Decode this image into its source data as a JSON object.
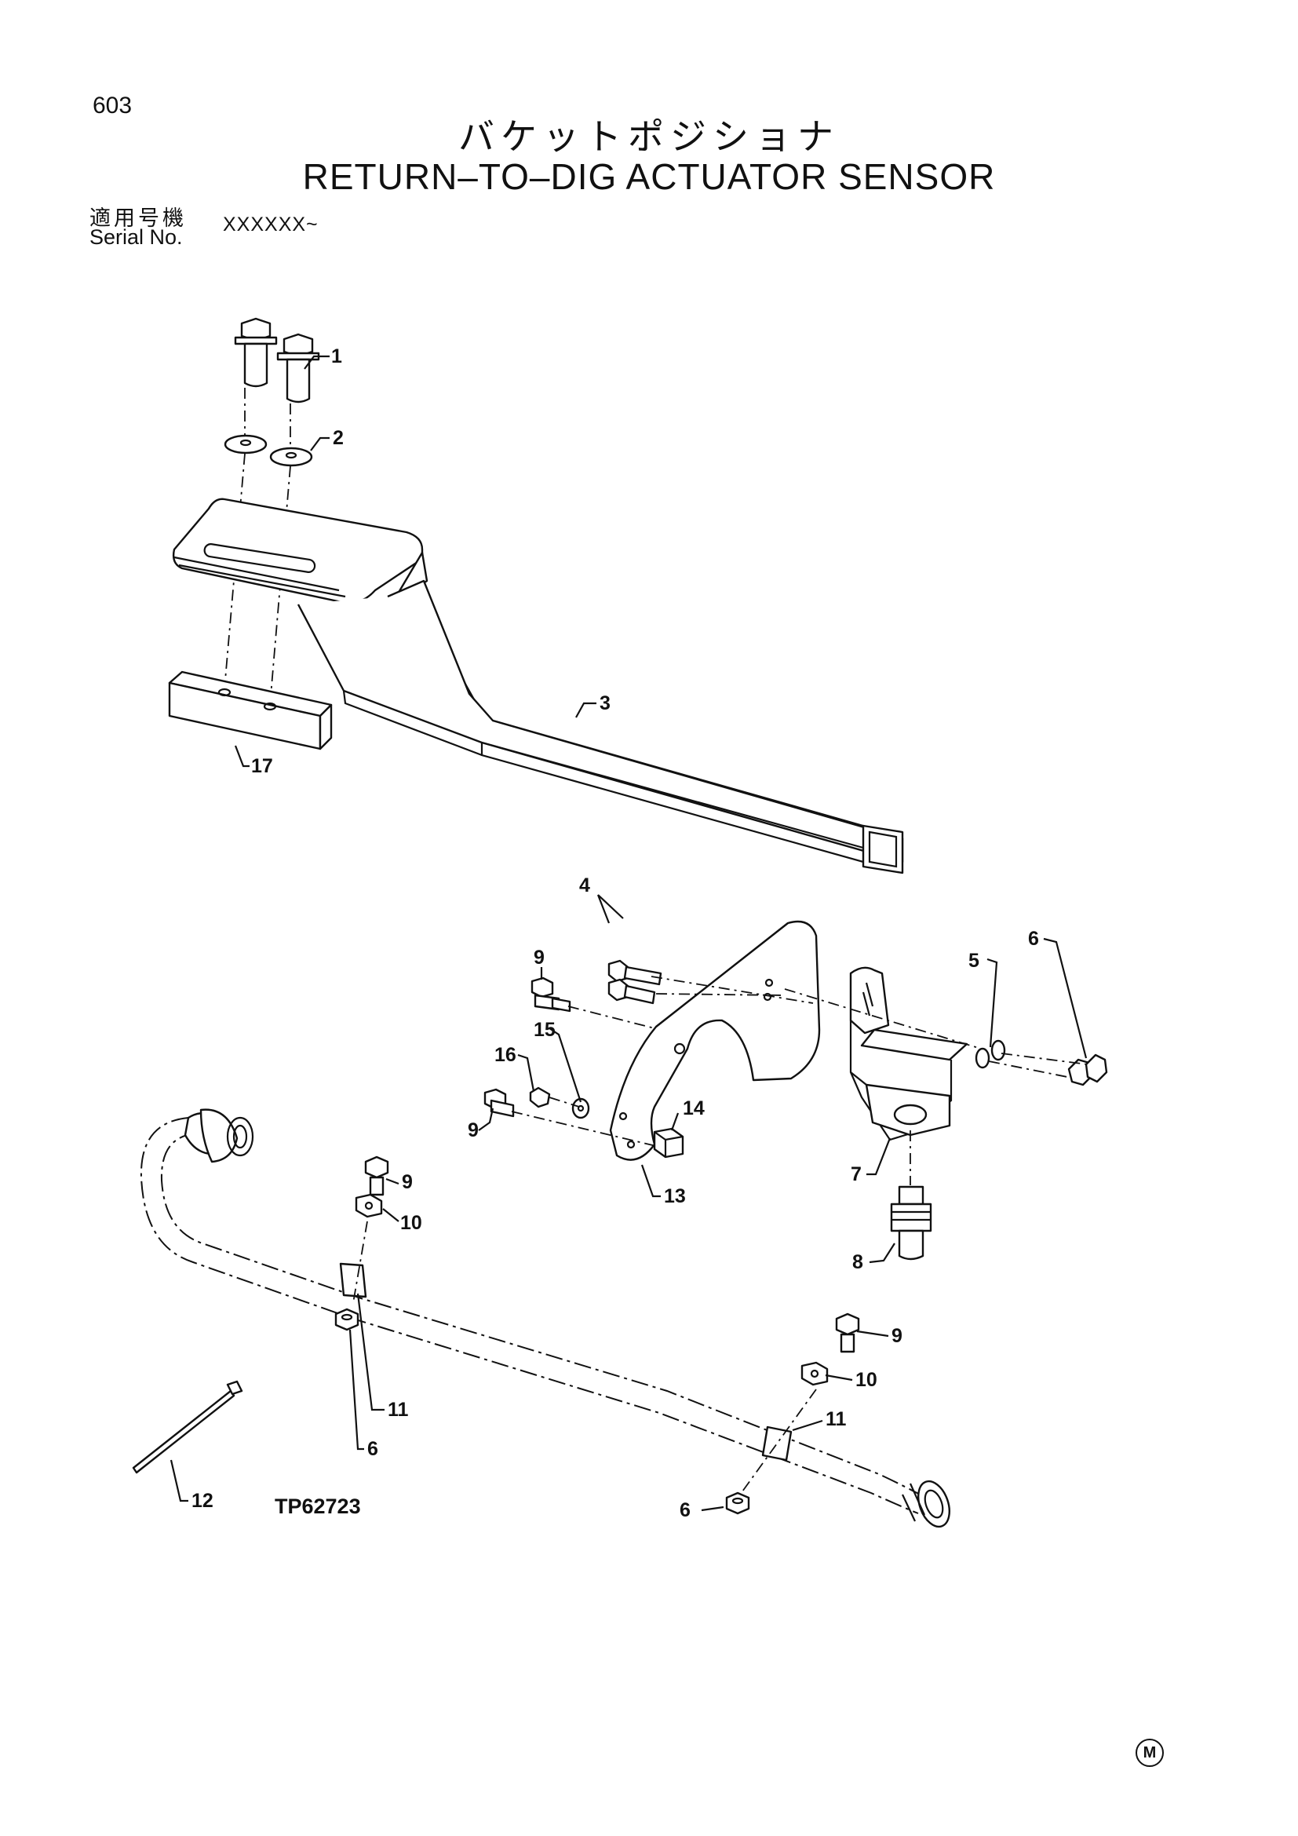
{
  "page": {
    "number": "603",
    "title_jp": "バケットポジショナ",
    "title_en": "RETURN–TO–DIG ACTUATOR SENSOR",
    "serial_label_jp": "適用号機",
    "serial_label_en": "Serial No.",
    "serial_value": "XXXXXX~",
    "reference_code": "TP62723",
    "logo_text": "M"
  },
  "parts": {
    "p1": "1",
    "p2": "2",
    "p3": "3",
    "p4": "4",
    "p5": "5",
    "p6": "6",
    "p6b": "6",
    "p6c": "6",
    "p7": "7",
    "p8": "8",
    "p9": "9",
    "p9b": "9",
    "p9c": "9",
    "p9d": "9",
    "p10": "10",
    "p10b": "10",
    "p11": "11",
    "p11b": "11",
    "p12": "12",
    "p13": "13",
    "p14": "14",
    "p15": "15",
    "p16": "16",
    "p17": "17"
  }
}
